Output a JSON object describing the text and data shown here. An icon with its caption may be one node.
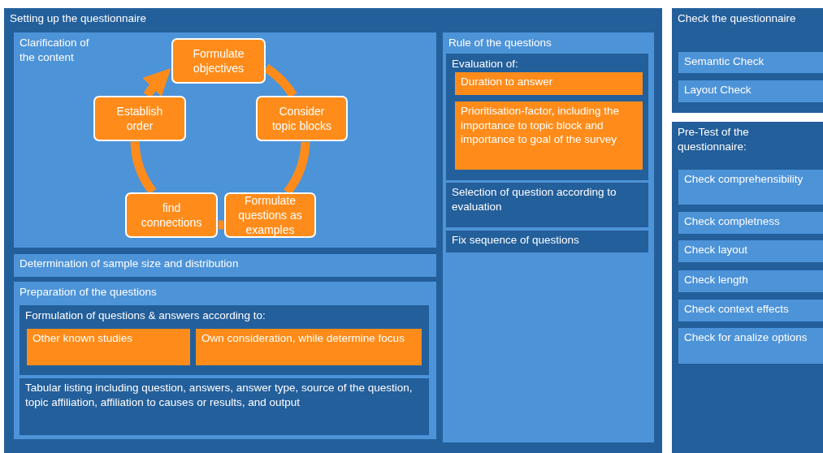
{
  "diagram": {
    "nodes": [
      {
        "text": [
          "Setting up the questionnaire"
        ]
      },
      {
        "text": [
          "Clarification of the content"
        ],
        "in": 0
      },
      {
        "text": [
          "Formulate objectives"
        ],
        "in": 1
      },
      {
        "text": [
          "Consider topic blocks"
        ],
        "in": 1
      },
      {
        "text": [
          "Formulate questions as examples"
        ],
        "in": 1
      },
      {
        "text": [
          "find connections"
        ],
        "in": 1
      },
      {
        "text": [
          "Establish order"
        ],
        "in": 1
      },
      {
        "text": [
          "Rule of the questions"
        ],
        "in": 0
      },
      {
        "text": [
          "Evaluation of:"
        ],
        "in": 7
      },
      {
        "text": [
          "Duration to answer"
        ],
        "in": 8
      },
      {
        "text": [
          "Prioritisation-factor, including the importance to topic block and importance to goal of the survey"
        ],
        "in": 8
      },
      {
        "text": [
          "Selection of question according to evaluation"
        ],
        "in": 7
      },
      {
        "text": [
          "Fix sequence of questions"
        ],
        "in": 7
      },
      {
        "text": [
          "Determination of sample size and distribution"
        ],
        "in": 0
      },
      {
        "text": [
          "Preparation of the questions"
        ],
        "in": 0
      },
      {
        "text": [
          "Formulation of questions & answers according to:"
        ],
        "in": 14
      },
      {
        "text": [
          "Other known studies"
        ],
        "in": 15
      },
      {
        "text": [
          "Own consideration, while determine focus"
        ],
        "in": 15
      },
      {
        "text": [
          "Tabular listing including question, answers, answer type, source of the question, topic affiliation, affiliation to causes or results, and output"
        ],
        "in": 14
      },
      {
        "text": [
          "Check the questionnaire"
        ]
      },
      {
        "text": [
          "Semantic Check"
        ],
        "in": 19
      },
      {
        "text": [
          "Layout Check"
        ],
        "in": 19
      },
      {
        "text": [
          "Pre-Test of the questionnaire:"
        ]
      },
      {
        "text": [
          "Check comprehensibility"
        ],
        "in": 22
      },
      {
        "text": [
          "Check completness"
        ],
        "in": 22
      },
      {
        "text": [
          "Check layout"
        ],
        "in": 22
      },
      {
        "text": [
          "Check length"
        ],
        "in": 22
      },
      {
        "text": [
          "Check context effects"
        ],
        "in": 22
      },
      {
        "text": [
          "Check for analize options"
        ],
        "in": 22
      }
    ],
    "edges": [
      {
        "from": 2,
        "to": 3,
        "arrow": "none"
      },
      {
        "from": 3,
        "to": 4,
        "arrow": "none"
      },
      {
        "from": 4,
        "to": 5,
        "arrow": "none"
      },
      {
        "from": 5,
        "to": 6,
        "arrow": "none"
      },
      {
        "from": 6,
        "to": 2,
        "arrow": "to"
      }
    ]
  }
}
